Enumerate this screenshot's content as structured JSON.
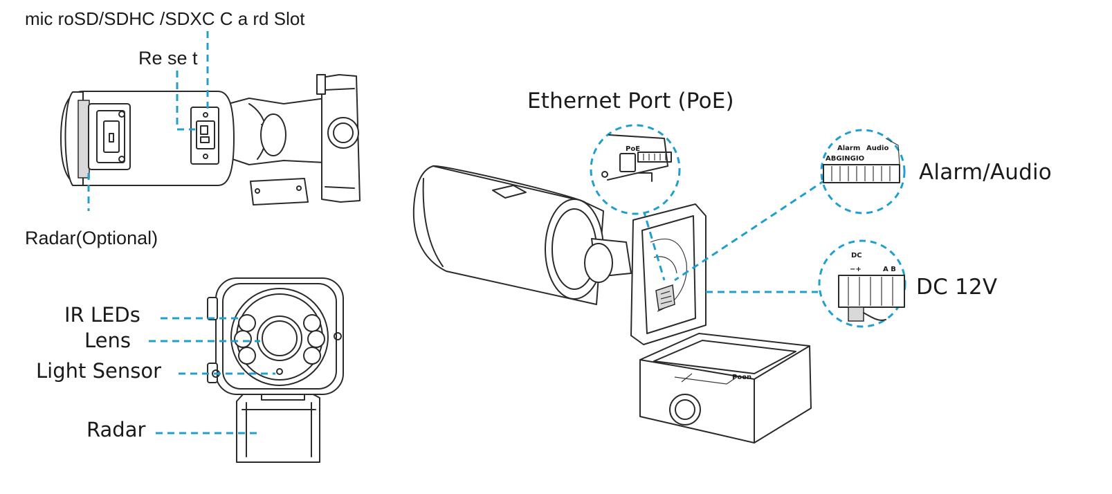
{
  "labels": {
    "card_slot": "mic roSD/SDHC /SDXC  C a rd  Slot",
    "reset": "Re se t",
    "radar_optional": "Radar(Optional)",
    "ir_leds": "IR LEDs",
    "lens": "Lens",
    "light_sensor": "Light Sensor",
    "radar": "Radar",
    "ethernet_port": "Ethernet Port (PoE)",
    "alarm_audio": "Alarm/Audio",
    "dc12v": "DC 12V"
  },
  "zoom_text": {
    "alarm_group": "Alarm",
    "audio_group": "Audio",
    "alarm_audio_pins": "ABGINGIO",
    "dc_group": "DC",
    "dc_polarity": "−+",
    "ab_pins": "A B",
    "poe_mark": "PoE"
  },
  "colors": {
    "leader_line": "#1f9fd0",
    "line_art": "#2a2a2a",
    "background": "#ffffff"
  }
}
